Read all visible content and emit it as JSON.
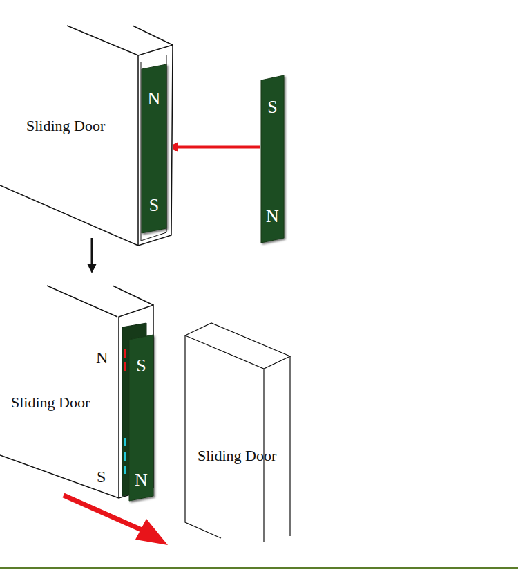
{
  "diagram": {
    "nodes": [
      {
        "text": [
          "Sliding Door"
        ]
      },
      {
        "text": [
          "N",
          "S"
        ],
        "in": 0
      },
      {
        "text": [
          "S",
          "N"
        ]
      },
      {
        "text": [
          "Sliding Door"
        ]
      },
      {
        "text": [
          "S",
          "N"
        ],
        "in": 3
      },
      {
        "text": [
          "Sliding Door"
        ]
      }
    ],
    "edges": [
      {
        "from": 2,
        "to": 1,
        "arrow": "to"
      },
      {
        "from": 0,
        "to": 3,
        "arrow": "to"
      }
    ],
    "labels": [
      "N",
      "S"
    ]
  }
}
